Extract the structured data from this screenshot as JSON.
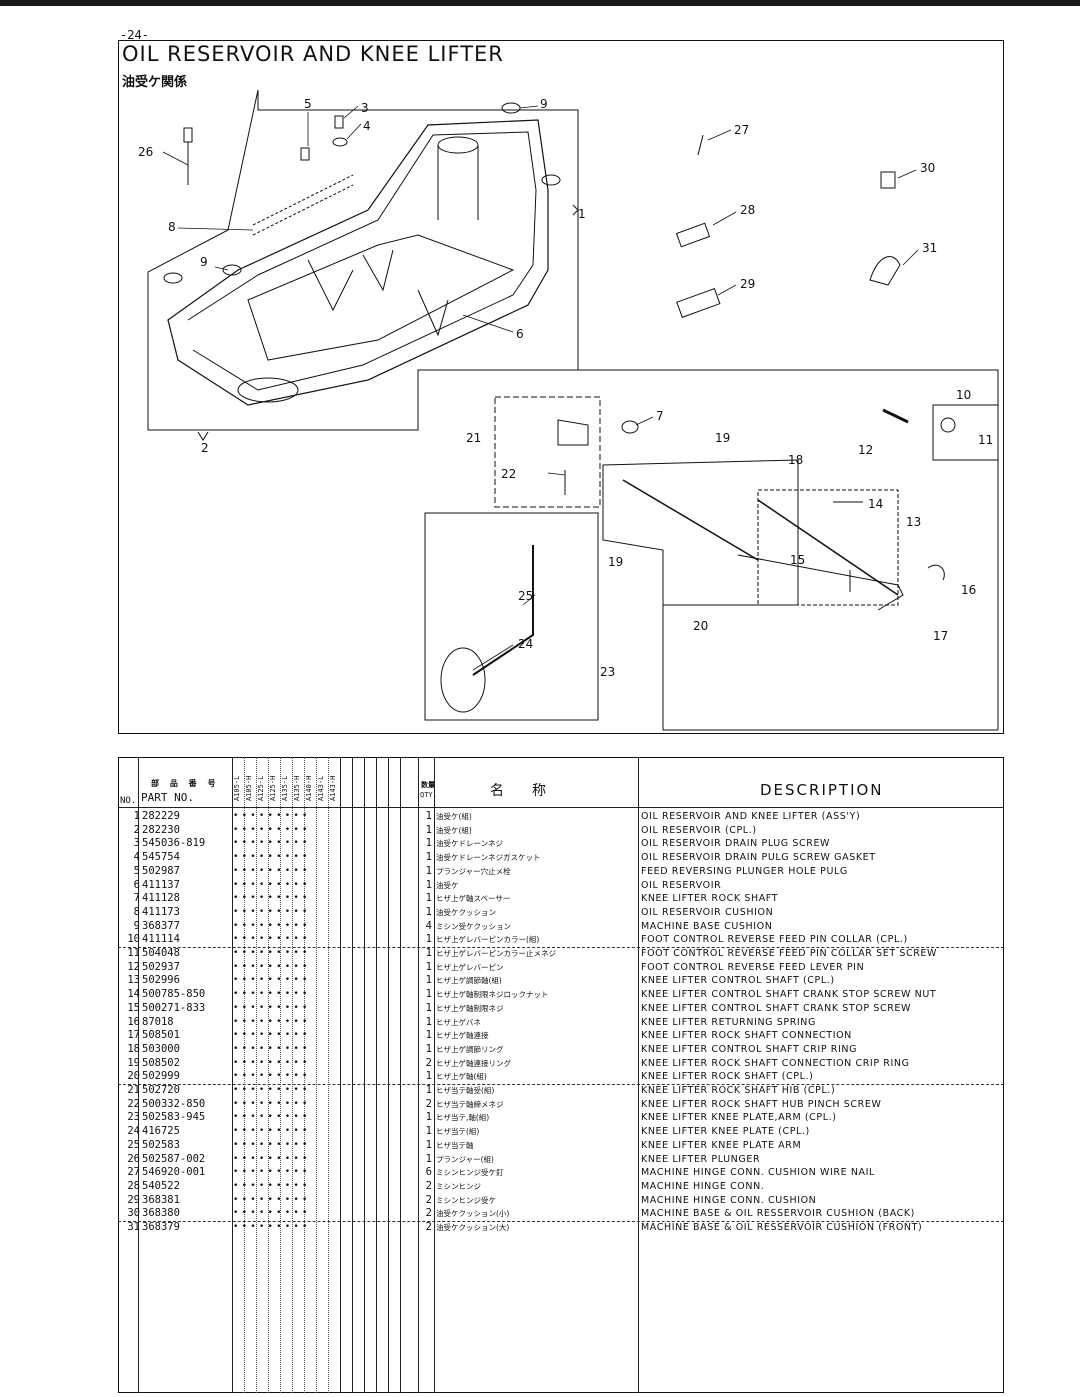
{
  "page": {
    "number": "-24-",
    "title": "OIL RESERVOIR AND KNEE LIFTER",
    "title_jp": "油受ケ関係"
  },
  "diagram": {
    "callouts": [
      "1",
      "2",
      "3",
      "4",
      "5",
      "6",
      "7",
      "8",
      "9",
      "9",
      "10",
      "11",
      "12",
      "13",
      "14",
      "15",
      "16",
      "17",
      "18",
      "19",
      "19",
      "20",
      "21",
      "22",
      "23",
      "24",
      "25",
      "26",
      "27",
      "28",
      "29",
      "30",
      "31"
    ]
  },
  "table": {
    "headers": {
      "no": "NO.",
      "part_jp": "部 品 番 号",
      "part": "PART NO.",
      "qty_jp": "数量",
      "qty": "QTY.",
      "name_jp": "名　　称",
      "description": "DESCRIPTION"
    },
    "models": [
      "A105-L",
      "A105-H",
      "A125-L",
      "A125-H",
      "A135-L",
      "A135-H",
      "A140-H",
      "A143-L",
      "A143-H"
    ],
    "rows": [
      {
        "no": "1",
        "part": "282229",
        "qty": "1",
        "jp": "油受ケ(組)",
        "desc": "OIL RESERVOIR AND KNEE LIFTER (ASS'Y)"
      },
      {
        "no": "2",
        "part": "282230",
        "qty": "1",
        "jp": "油受ケ(組)",
        "desc": "OIL RESERVOIR (CPL.)"
      },
      {
        "no": "3",
        "part": "545036-819",
        "qty": "1",
        "jp": "油受ケドレーンネジ",
        "desc": "OIL RESERVOIR DRAIN PLUG SCREW"
      },
      {
        "no": "4",
        "part": "545754",
        "qty": "1",
        "jp": "油受ケドレーンネジガスケット",
        "desc": "OIL RESERVOIR DRAIN PULG SCREW GASKET"
      },
      {
        "no": "5",
        "part": "502987",
        "qty": "1",
        "jp": "プランジャー穴止メ栓",
        "desc": "FEED REVERSING PLUNGER HOLE PULG"
      },
      {
        "no": "6",
        "part": "411137",
        "qty": "1",
        "jp": "油受ケ",
        "desc": "OIL RESERVOIR"
      },
      {
        "no": "7",
        "part": "411128",
        "qty": "1",
        "jp": "ヒザ上ゲ軸スペーサー",
        "desc": "KNEE LIFTER ROCK SHAFT"
      },
      {
        "no": "8",
        "part": "411173",
        "qty": "1",
        "jp": "油受ケクッション",
        "desc": "OIL RESERVOIR CUSHION"
      },
      {
        "no": "9",
        "part": "368377",
        "qty": "4",
        "jp": "ミシン受ケクッション",
        "desc": "MACHINE BASE CUSHION"
      },
      {
        "no": "10",
        "part": "411114",
        "qty": "1",
        "jp": "ヒザ上ゲレバーピンカラー(組)",
        "desc": "FOOT CONTROL REVERSE FEED PIN COLLAR (CPL.)"
      },
      {
        "no": "11",
        "part": "504048",
        "qty": "1",
        "jp": "ヒザ上ゲレバーピンカラー止メネジ",
        "desc": "FOOT CONTROL REVERSE FEED PIN COLLAR SET SCREW"
      },
      {
        "no": "12",
        "part": "502937",
        "qty": "1",
        "jp": "ヒザ上ゲレバーピン",
        "desc": "FOOT CONTROL REVERSE FEED LEVER PIN"
      },
      {
        "no": "13",
        "part": "502996",
        "qty": "1",
        "jp": "ヒザ上ゲ調節軸(組)",
        "desc": "KNEE LIFTER CONTROL SHAFT (CPL.)"
      },
      {
        "no": "14",
        "part": "500785-850",
        "qty": "1",
        "jp": "ヒザ上ゲ軸制限ネジロックナット",
        "desc": "KNEE LIFTER CONTROL SHAFT CRANK STOP SCREW NUT"
      },
      {
        "no": "15",
        "part": "500271-833",
        "qty": "1",
        "jp": "ヒザ上ゲ軸制限ネジ",
        "desc": "KNEE LIFTER CONTROL SHAFT CRANK STOP SCREW"
      },
      {
        "no": "16",
        "part": "87018",
        "qty": "1",
        "jp": "ヒザ上ゲバネ",
        "desc": "KNEE LIFTER RETURNING SPRING"
      },
      {
        "no": "17",
        "part": "508501",
        "qty": "1",
        "jp": "ヒザ上ゲ軸連接",
        "desc": "KNEE LIFTER ROCK SHAFT CONNECTION"
      },
      {
        "no": "18",
        "part": "503000",
        "qty": "1",
        "jp": "ヒザ上ゲ調節リング",
        "desc": "KNEE LIFTER CONTROL SHAFT CRIP RING"
      },
      {
        "no": "19",
        "part": "508502",
        "qty": "2",
        "jp": "ヒザ上ゲ軸連接リング",
        "desc": "KNEE LIFTER ROCK SHAFT CONNECTION CRIP RING"
      },
      {
        "no": "20",
        "part": "502999",
        "qty": "1",
        "jp": "ヒザ上ゲ軸(組)",
        "desc": "KNEE LIFTER ROCK SHAFT (CPL.)"
      },
      {
        "no": "21",
        "part": "502720",
        "qty": "1",
        "jp": "ヒザ当テ軸受(組)",
        "desc": "KNEE LIFTER ROCK SHAFT HIB (CPL.)"
      },
      {
        "no": "22",
        "part": "500332-850",
        "qty": "2",
        "jp": "ヒザ当テ軸締メネジ",
        "desc": "KNEE LIFTER ROCK SHAFT HUB PINCH SCREW"
      },
      {
        "no": "23",
        "part": "502583-945",
        "qty": "1",
        "jp": "ヒザ当テ,軸(組)",
        "desc": "KNEE LIFTER KNEE PLATE,ARM (CPL.)"
      },
      {
        "no": "24",
        "part": "416725",
        "qty": "1",
        "jp": "ヒザ当テ(組)",
        "desc": "KNEE LIFTER KNEE PLATE (CPL.)"
      },
      {
        "no": "25",
        "part": "502583",
        "qty": "1",
        "jp": "ヒザ当テ軸",
        "desc": "KNEE LIFTER KNEE PLATE ARM"
      },
      {
        "no": "26",
        "part": "502587-002",
        "qty": "1",
        "jp": "プランジャー(組)",
        "desc": "KNEE LIFTER PLUNGER"
      },
      {
        "no": "27",
        "part": "546920-001",
        "qty": "6",
        "jp": "ミシンヒンジ受ケ釘",
        "desc": "MACHINE HINGE CONN. CUSHION WIRE NAIL"
      },
      {
        "no": "28",
        "part": "540522",
        "qty": "2",
        "jp": "ミシンヒンジ",
        "desc": "MACHINE HINGE CONN."
      },
      {
        "no": "29",
        "part": "368381",
        "qty": "2",
        "jp": "ミシンヒンジ受ケ",
        "desc": "MACHINE HINGE CONN. CUSHION"
      },
      {
        "no": "30",
        "part": "368380",
        "qty": "2",
        "jp": "油受ケクッション(小)",
        "desc": "MACHINE BASE & OIL RESSERVOIR CUSHION (BACK)"
      },
      {
        "no": "31",
        "part": "368379",
        "qty": "2",
        "jp": "油受ケクッション(大)",
        "desc": "MACHINE BASE & OIL RESSERVOIR CUSHION (FRONT)"
      }
    ]
  }
}
